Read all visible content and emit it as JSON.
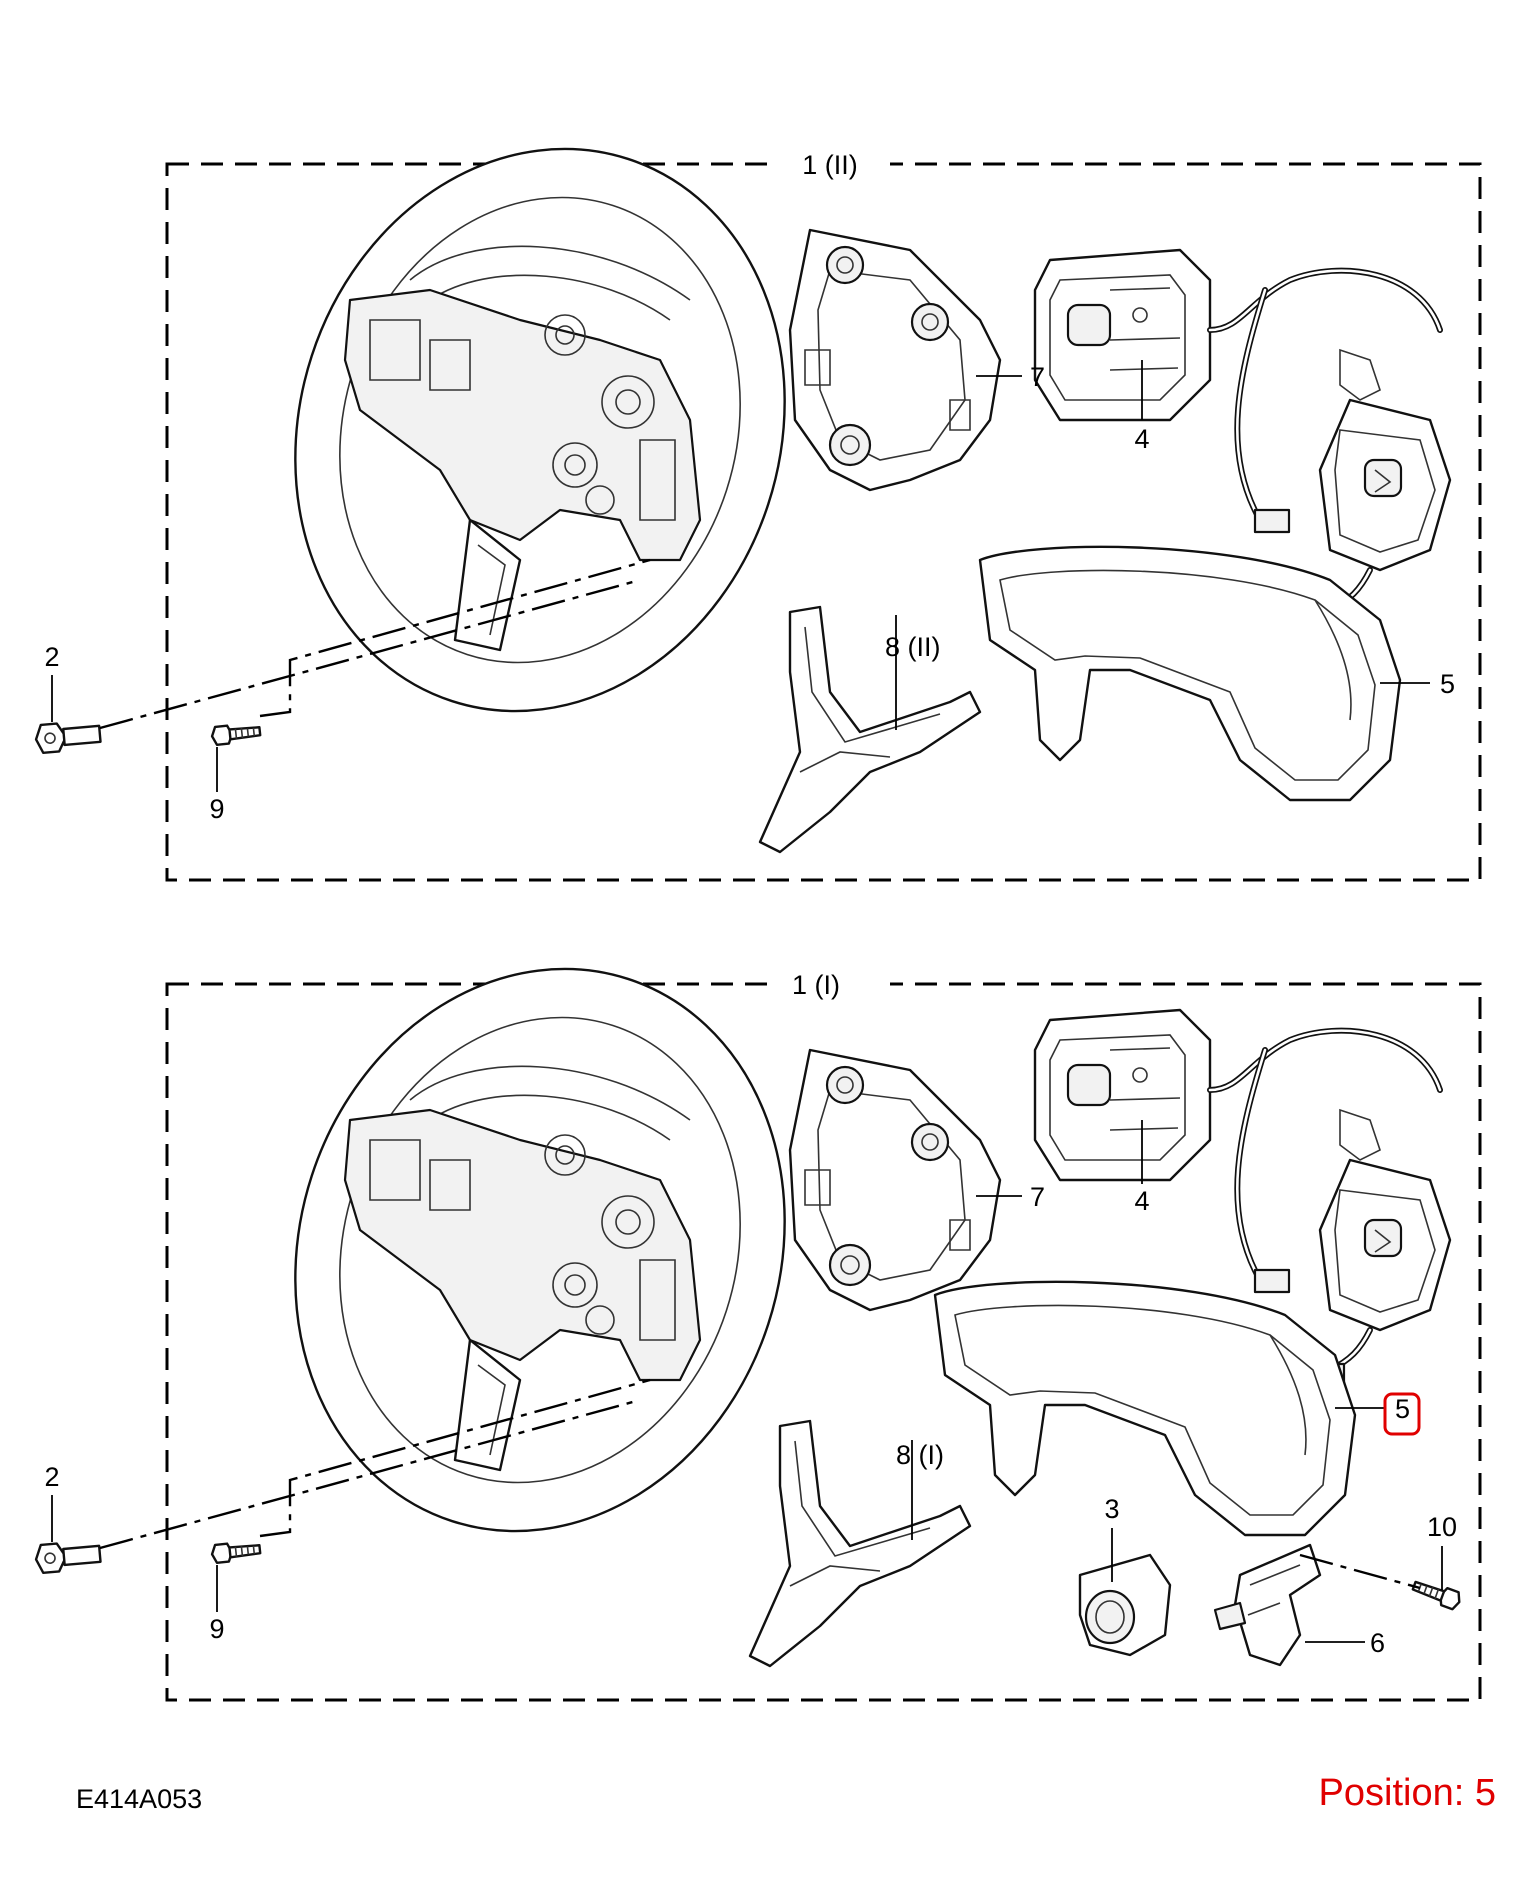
{
  "diagram": {
    "reference_code": "E414A053",
    "position_label": "Position: 5",
    "highlight_color": "#e00000",
    "highlighted_callout": "5",
    "panels": [
      {
        "title": "1 (II)",
        "callouts": {
          "c2": "2",
          "c9": "9",
          "c7": "7",
          "c4": "4",
          "c8": "8 (II)",
          "c5": "5"
        }
      },
      {
        "title": "1 (I)",
        "callouts": {
          "c2": "2",
          "c9": "9",
          "c7": "7",
          "c4": "4",
          "c8": "8 (I)",
          "c5": "5",
          "c3": "3",
          "c6": "6",
          "c10": "10"
        }
      }
    ]
  }
}
